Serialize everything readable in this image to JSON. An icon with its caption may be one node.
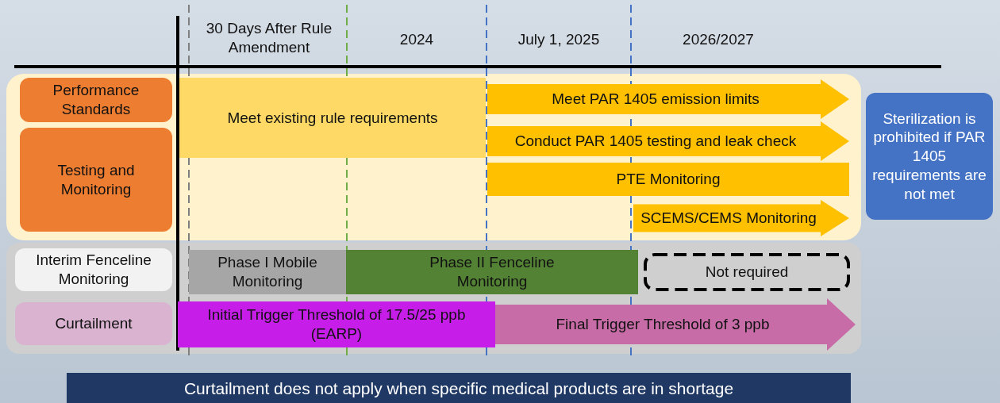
{
  "diagram": {
    "nodes": [
      {
        "text": [
          "Performance Standards"
        ]
      },
      {
        "text": [
          "Testing and Monitoring"
        ]
      },
      {
        "text": [
          "Meet existing rule requirements"
        ]
      },
      {
        "text": [
          "Meet PAR 1405 emission limits"
        ]
      },
      {
        "text": [
          "Conduct PAR 1405 testing and leak check"
        ]
      },
      {
        "text": [
          "PTE Monitoring"
        ]
      },
      {
        "text": [
          "SCEMS/CEMS Monitoring"
        ]
      },
      {
        "text": [
          "Sterilization is prohibited if PAR 1405 requirements are not met"
        ]
      },
      {
        "text": [
          "Interim Fenceline Monitoring"
        ]
      },
      {
        "text": [
          "Phase I Mobile Monitoring"
        ]
      },
      {
        "text": [
          "Phase II Fenceline Monitoring"
        ]
      },
      {
        "text": [
          "Not required"
        ]
      },
      {
        "text": [
          "Curtailment"
        ]
      },
      {
        "text": [
          "Initial Trigger Threshold of 17.5/25 ppb (EARP)"
        ]
      },
      {
        "text": [
          "Final Trigger Threshold of 3 ppb"
        ]
      },
      {
        "text": [
          "Curtailment does not apply when specific medical products are in shortage"
        ]
      }
    ],
    "edges": [],
    "labels": [
      "30 Days After Rule Amendment",
      "2024",
      "July 1, 2025",
      "2026/2027"
    ]
  }
}
